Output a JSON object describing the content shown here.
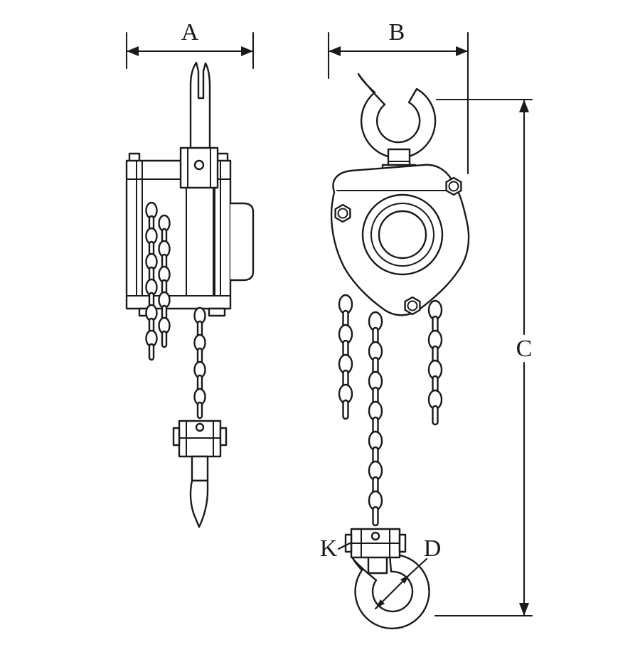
{
  "diagram": {
    "type": "technical-dimension-drawing",
    "colors": {
      "line": "#1a1a1a",
      "background": "#ffffff"
    },
    "dimension_labels": {
      "a": "A",
      "b": "B",
      "c": "C",
      "k": "K",
      "d": "D"
    }
  }
}
